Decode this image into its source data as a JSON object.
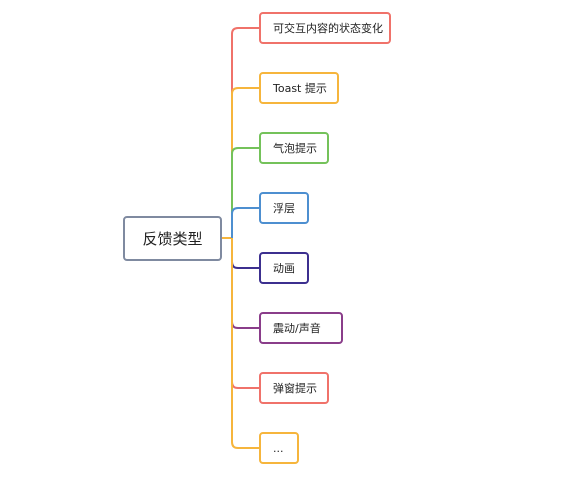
{
  "root": {
    "label": "反馈类型",
    "color": "#7f8aa0"
  },
  "children": [
    {
      "label": "可交互内容的状态变化",
      "color": "#f0726a"
    },
    {
      "label": "Toast 提示",
      "color": "#f6b53c"
    },
    {
      "label": "气泡提示",
      "color": "#74c25a"
    },
    {
      "label": "浮层",
      "color": "#4d8fd0"
    },
    {
      "label": "动画",
      "color": "#3c2f8f"
    },
    {
      "label": "震动/声音",
      "color": "#8a3d8a"
    },
    {
      "label": "弹窗提示",
      "color": "#f0726a"
    },
    {
      "label": "...",
      "color": "#f6b53c"
    }
  ]
}
